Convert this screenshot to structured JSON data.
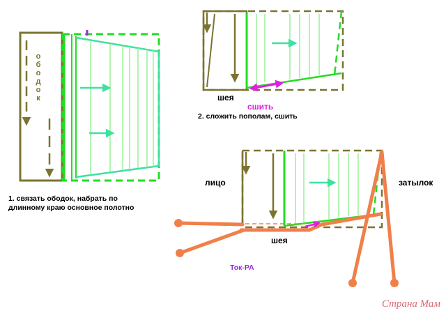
{
  "colors": {
    "olive": "#7a7430",
    "bright_green": "#22dd22",
    "light_green": "#99f099",
    "mint": "#3fe0a0",
    "magenta": "#e020e0",
    "orange": "#f0804a",
    "purple": "#9a2ad8",
    "watermark": "#cc3344"
  },
  "step1": {
    "band_label": "ободок",
    "caption_line1": "1. связать ободок, набрать по",
    "caption_line2": "длинному краю основное полотно"
  },
  "step2": {
    "neck_label": "шея",
    "sew_label": "сшить",
    "caption": "2. сложить пополам, сшить"
  },
  "step3": {
    "face_label": "лицо",
    "nape_label": "затылок",
    "neck_label": "шея",
    "author_label": "Ток-РА"
  },
  "watermark": "Страна Мам"
}
